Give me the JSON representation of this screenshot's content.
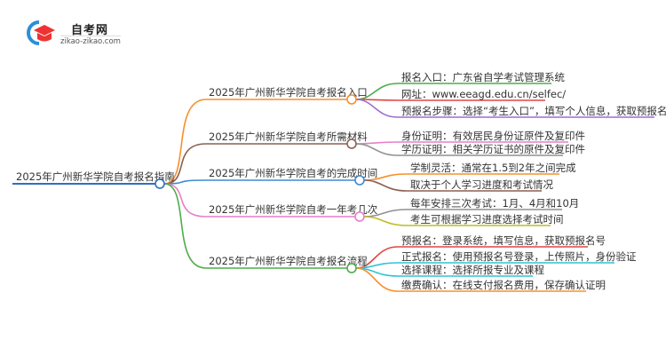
{
  "logo": {
    "title": "自考网",
    "subtitle": "zikao-zikao.com"
  },
  "root": {
    "label": "2025年广州新华学院自考报名指南",
    "color": "#2f6fbf"
  },
  "branches": [
    {
      "label": "2025年广州新华学院自考报名入口",
      "color": "#f7902a",
      "children": [
        {
          "label": "报名入口：广东省自学考试管理系统",
          "color": "#4cad49"
        },
        {
          "label": "网址：www.eeagd.edu.cn/selfec/",
          "color": "#e04545"
        },
        {
          "label": "预报名步骤：选择“考生入口”，填写个人信息，获取预报名号",
          "color": "#9b6fd0"
        }
      ]
    },
    {
      "label": "2025年广州新华学院自考所需材料",
      "color": "#8d5f52",
      "children": [
        {
          "label": "身份证明：有效居民身份证原件及复印件",
          "color": "#e67fc8"
        },
        {
          "label": "学历证明：相关学历证书的原件及复印件",
          "color": "#909090"
        }
      ]
    },
    {
      "label": "2025年广州新华学院自考的完成时间",
      "color": "#3f8ad0",
      "children": [
        {
          "label": "学制灵活：通常在1.5到2年之间完成",
          "color": "#f7902a"
        },
        {
          "label": "取决于个人学习进度和考试情况",
          "color": "#8d5f52"
        }
      ]
    },
    {
      "label": "2025年广州新华学院自考一年考几次",
      "color": "#e67fc8",
      "children": [
        {
          "label": "每年安排三次考试：1月、4月和10月",
          "color": "#909090"
        },
        {
          "label": "考生可根据学习进度选择考试时间",
          "color": "#bcbd22"
        }
      ]
    },
    {
      "label": "2025年广州新华学院自考报名流程",
      "color": "#4cad49",
      "children": [
        {
          "label": "预报名：登录系统，填写信息，获取预报名号",
          "color": "#e04545"
        },
        {
          "label": "正式报名：使用预报名号登录，上传照片，身份验证",
          "color": "#2ec4d6"
        },
        {
          "label": "选择课程：选择所报专业及课程",
          "color": "#2ec4d6"
        },
        {
          "label": "缴费确认：在线支付报名费用，保存确认证明",
          "color": "#f7902a"
        }
      ]
    }
  ]
}
